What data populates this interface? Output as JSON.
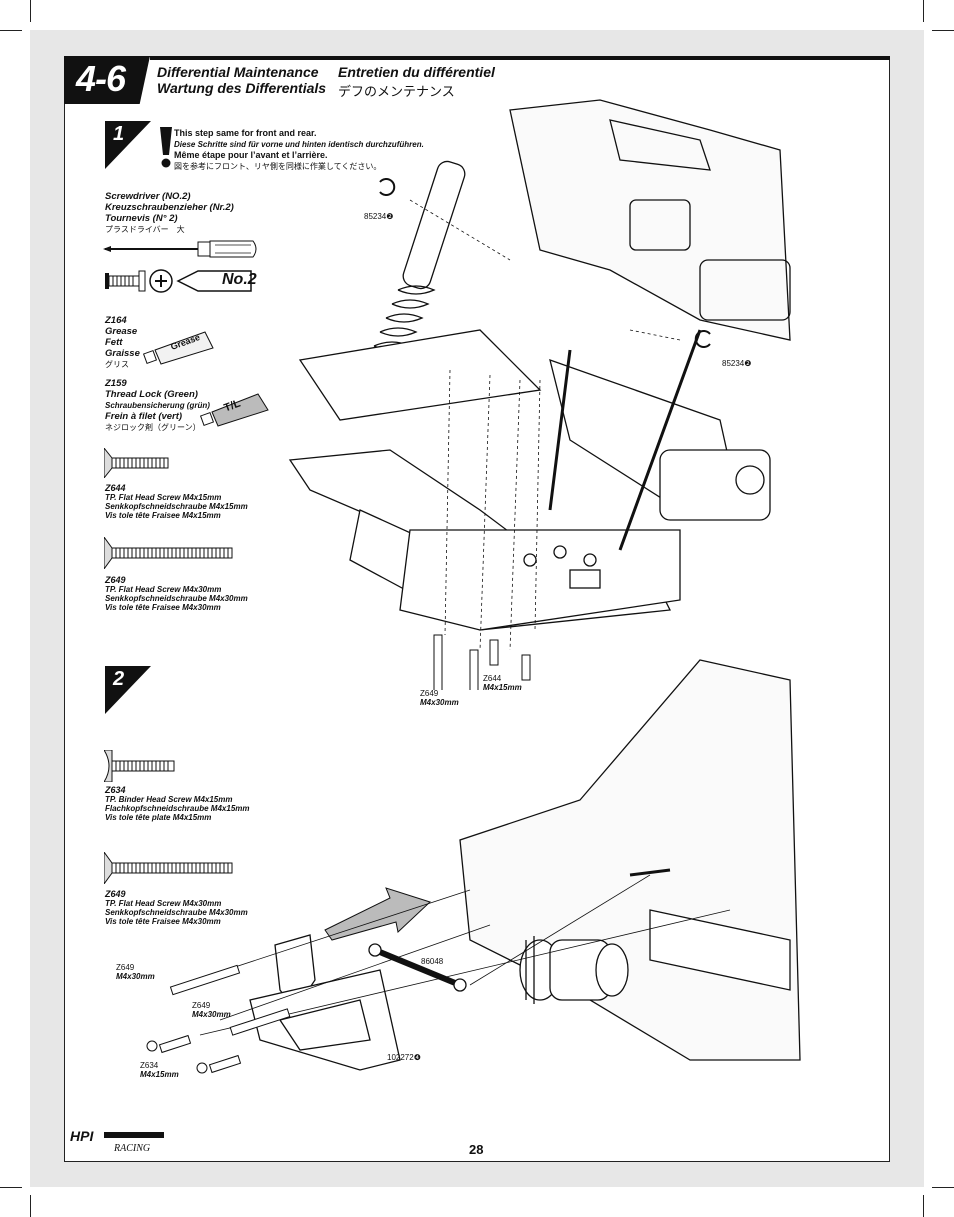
{
  "section": {
    "number": "4-6",
    "title_en": "Differential Maintenance",
    "title_de": "Wartung des Differentials",
    "title_fr": "Entretien du différentiel",
    "title_jp": "デフのメンテナンス"
  },
  "step1": {
    "number": "1",
    "note_en": "This step same for front and rear.",
    "note_de": "Diese Schritte sind für vorne und hinten identisch durchzuführen.",
    "note_fr": "Même étape pour l’avant et l’arrière.",
    "note_jp": "図を参考にフロント、リヤ側を同様に作業してください。",
    "tool": {
      "en": "Screwdriver (NO.2)",
      "de": "Kreuzschraubenzieher (Nr.2)",
      "fr": "Tournevis (N° 2)",
      "jp": "プラスドライバー　大",
      "badge": "No.2"
    },
    "grease": {
      "code": "Z164",
      "en": "Grease",
      "de": "Fett",
      "fr": "Graisse",
      "jp": "グリス",
      "tube": "Grease"
    },
    "threadlock": {
      "code": "Z159",
      "en": "Thread Lock (Green)",
      "de": "Schraubensicherung (grün)",
      "fr": "Frein à filet (vert)",
      "jp": "ネジロック剤（グリーン）",
      "tube": "T/L"
    },
    "screw_z644": {
      "code": "Z644",
      "l1": "TP. Flat Head Screw M4x15mm",
      "l2": "Senkkopfschneidschraube M4x15mm",
      "l3": "Vis tole tête Fraisee M4x15mm"
    },
    "screw_z649": {
      "code": "Z649",
      "l1": "TP. Flat Head Screw M4x30mm",
      "l2": "Senkkopfschneidschraube M4x30mm",
      "l3": "Vis tole tête Fraisee M4x30mm"
    },
    "callouts": {
      "ring_a": "85234",
      "ring_b": "85234",
      "z649_code": "Z649",
      "z649_size": "M4x30mm",
      "z644_code": "Z644",
      "z644_size": "M4x15mm"
    }
  },
  "step2": {
    "number": "2",
    "screw_z634": {
      "code": "Z634",
      "l1": "TP. Binder Head Screw M4x15mm",
      "l2": "Flachkopfschneidschraube M4x15mm",
      "l3": "Vis tole tête plate M4x15mm"
    },
    "screw_z649": {
      "code": "Z649",
      "l1": "TP. Flat Head Screw M4x30mm",
      "l2": "Senkkopfschneidschraube M4x30mm",
      "l3": "Vis tole tête Fraisee M4x30mm"
    },
    "callouts": {
      "a_code": "Z649",
      "a_size": "M4x30mm",
      "b_code": "Z649",
      "b_size": "M4x30mm",
      "c_code": "Z634",
      "c_size": "M4x15mm",
      "part_86048": "86048",
      "part_102272": "102272"
    }
  },
  "footer": {
    "page_number": "28",
    "brand": "HPI RACING"
  }
}
